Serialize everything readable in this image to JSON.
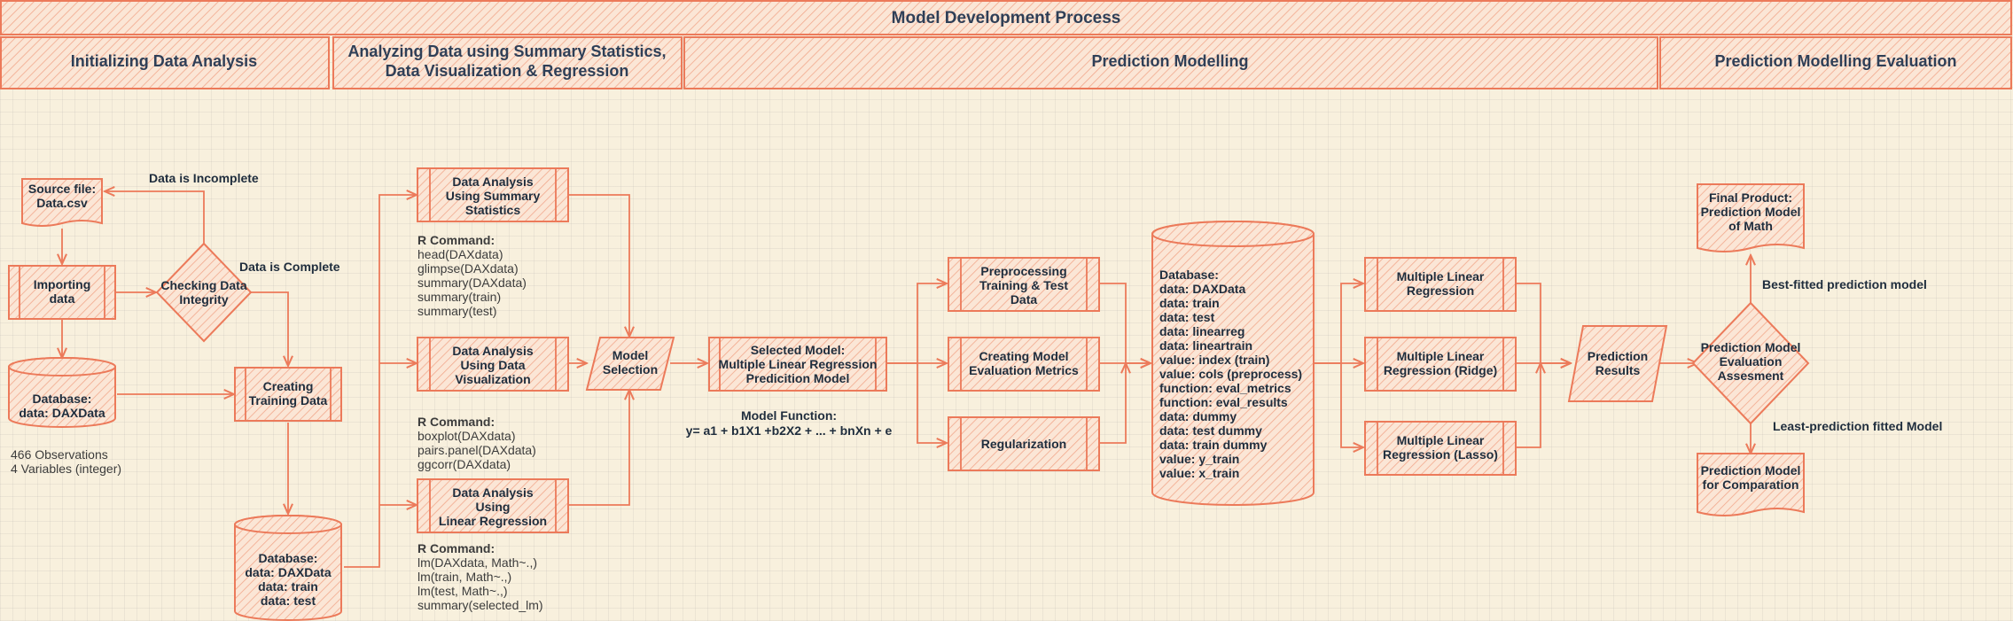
{
  "title": "Model Development Process",
  "phases": [
    [
      "Initializing Data Analysis"
    ],
    [
      "Analyzing Data using Summary Statistics,",
      "Data Visualization & Regression"
    ],
    [
      "Prediction Modelling"
    ],
    [
      "Prediction Modelling Evaluation"
    ]
  ],
  "nodes": {
    "source_file": [
      "Source file:",
      "Data.csv"
    ],
    "importing": [
      "Importing",
      "data"
    ],
    "checking": [
      "Checking Data",
      "Integrity"
    ],
    "database_raw": [
      "Database:",
      "data: DAXData"
    ],
    "creating_training": [
      "Creating",
      "Training Data"
    ],
    "database_split": [
      "Database:",
      "data: DAXData",
      "data: train",
      "data: test"
    ],
    "analysis_summary": [
      "Data Analysis",
      "Using Summary",
      "Statistics"
    ],
    "analysis_viz": [
      "Data Analysis",
      "Using Data",
      "Visualization"
    ],
    "analysis_reg": [
      "Data Analysis",
      "Using",
      "Linear Regression"
    ],
    "model_selection": [
      "Model",
      "Selection"
    ],
    "selected_model": [
      "Selected Model:",
      "Multiple Linear Regression",
      "Predicition Model"
    ],
    "preprocessing": [
      "Preprocessing",
      "Training & Test",
      "Data"
    ],
    "creating_metrics": [
      "Creating Model",
      "Evaluation Metrics"
    ],
    "regularization": [
      "Regularization"
    ],
    "database_big": [
      "Database:",
      "data: DAXData",
      "data: train",
      "data: test",
      "data: linearreg",
      "data: lineartrain",
      "value: index (train)",
      "value: cols (preprocess)",
      "function: eval_metrics",
      "function: eval_results",
      "data: dummy",
      "data: test dummy",
      "data: train dummy",
      "value: y_train",
      "value: x_train"
    ],
    "mlr": [
      "Multiple Linear",
      "Regression"
    ],
    "mlr_ridge": [
      "Multiple Linear",
      "Regression (Ridge)"
    ],
    "mlr_lasso": [
      "Multiple Linear",
      "Regression (Lasso)"
    ],
    "prediction_results": [
      "Prediction",
      "Results"
    ],
    "evaluation": [
      "Prediction Model",
      "Evaluation",
      "Assesment"
    ],
    "final_product": [
      "Final Product:",
      "Prediction Model",
      "of Math"
    ],
    "comparison_model": [
      "Prediction Model",
      "for Comparation"
    ]
  },
  "notes": {
    "observations": [
      "466 Observations",
      "4 Variables (integer)"
    ],
    "r_summary": [
      "R Command:",
      "head(DAXdata)",
      "glimpse(DAXdata)",
      "summary(DAXdata)",
      "summary(train)",
      "summary(test)"
    ],
    "r_viz": [
      "R Command:",
      "boxplot(DAXdata)",
      "pairs.panel(DAXdata)",
      "ggcorr(DAXdata)"
    ],
    "r_reg": [
      "R Command:",
      "lm(DAXdata, Math~.,)",
      "lm(train, Math~.,)",
      "lm(test, Math~.,)",
      "summary(selected_lm)"
    ],
    "model_function": [
      "Model Function:",
      "y= a1 + b1X1 +b2X2 + ... + bnXn + e"
    ]
  },
  "edge_labels": {
    "incomplete": "Data is Incomplete",
    "complete": "Data is Complete",
    "best_fit": "Best-fitted prediction model",
    "least_fit": "Least-prediction fitted Model"
  },
  "colors": {
    "stroke": "#ec7a5a",
    "fill": "#fad9c6",
    "background": "#f8f0dd",
    "text": "#1f2d3d"
  }
}
